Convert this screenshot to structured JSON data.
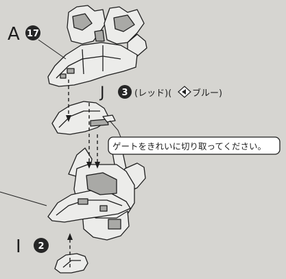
{
  "parts": {
    "a": {
      "letter": "A",
      "number": "17"
    },
    "j": {
      "letter": "J",
      "number": "3",
      "color_note_prefix": "(レッド)(",
      "color_note_suffix": "ブルー)"
    },
    "i": {
      "letter": "I",
      "number": "2"
    }
  },
  "callout": {
    "text": "ゲートをきれいに切り取ってください。"
  },
  "colors": {
    "background": "#d6d5d1",
    "ink": "#1e1e1e",
    "part_fill": "#ececea",
    "part_shade": "#a9a9a6",
    "badge": "#262626"
  },
  "icons": {
    "alt_color_marker": "diamond-arrow-icon"
  }
}
